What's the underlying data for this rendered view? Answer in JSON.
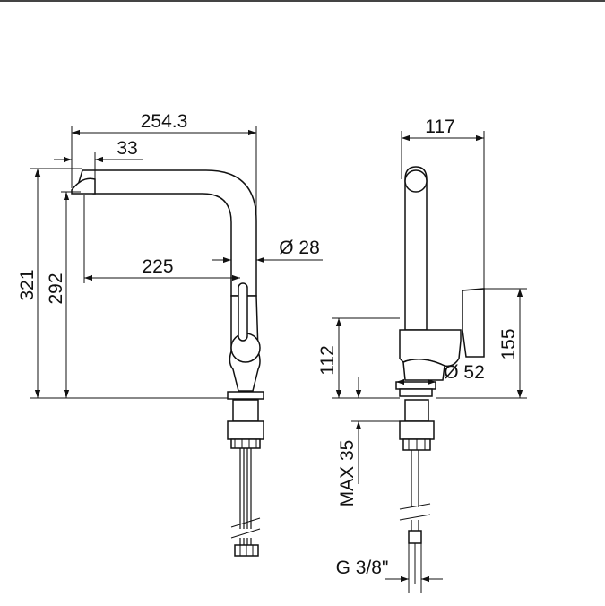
{
  "dimensions": {
    "side_overall_length": "254.3",
    "side_spout_tip": "33",
    "side_reach": "225",
    "side_pipe_diameter": "Ø 28",
    "side_total_height": "321",
    "side_spout_height": "292",
    "front_width": "117",
    "front_base_diameter": "Ø 52",
    "front_lever_height": "112",
    "front_total_height": "155",
    "front_max_deck": "MAX 35",
    "front_connection": "G 3/8\""
  },
  "colors": {
    "line": "#111111",
    "rule": "#444444",
    "background": "#ffffff"
  }
}
